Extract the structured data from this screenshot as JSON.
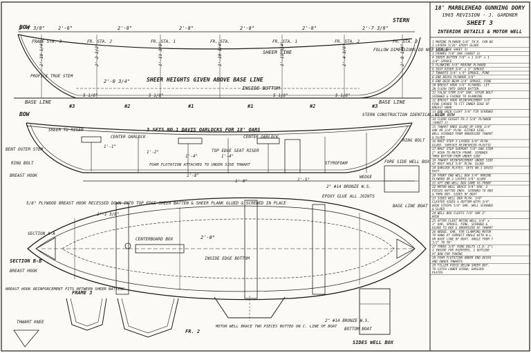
{
  "title_block": {
    "title": "18' MARBLEHEAD GUNNING DORY",
    "revision": "1965 REVISION - J. GARDNER",
    "sheet": "SHEET 3",
    "subtitle": "INTERIOR DETAILS & MOTOR WELL"
  },
  "notes": [
    "1 MARINE PLYWOOD 5/8\" TH'K. CAN BE 2 LAYERS 5/16\" EPOXY GLUED",
    "2 STEM (SEE SHEET 2)",
    "3 FRAMES 7/8\" OAK (SHEET 2)",
    "4 SHEER BATTEN 7/8\" x 1 3/8\" x 1 1/4\" SPRUCE",
    "5 PLANKING 5/8\" MARINE PLYWOOD",
    "6 SEAT RISER 3/4\" x 3\" SPRUCE",
    "7 THWARTS 3/4\" x 9\" SPRUCE, PINE",
    "8 END DECKS PLYWOOD 3/8\"",
    "9 END DECK BEAM 3/4\" SPRUCE, PINE",
    "10 BREAST HOOK 5/8\" PLYWOOD, LET IN FLUSH INTO SHEER BATTEN",
    "11 FALSE STEM 3/4\" OAK. STAIN BOLT SCREWED & FAIRED TO PLANKING",
    "12 BREAST HOOK REINFORCEMENT 5/8\" PINE CURVED TO FIT INNER EDGE OF BREAST HOOK",
    "13 END DECK CLEAT 3/4\" FIR SCREWED & GLUED",
    "14 FLOOR GUSSET FR.3 5/8\" PLYWOOD (SHEET 2)",
    "15 THWART KNEE GLUED UP CORE 3/4\" OAK OR 3/4\" PLYW. EITHER SIDE. WELL SCREWED FROM UNDERSIDE THWART & GLUED",
    "16 MAST STEP 3 LAYERS 3/4\" PLYW. GLUED. SURFACE REINFORCED PLASTIC",
    "17 MAST STEP SUPPORT 7/8\" OAK STEM 2\" HIGH TO MATCH FRAME. SCREWED THRU BOTTOM FROM UNDER SIDE",
    "18 THWART REINFORCEMENT UNDER SIDE AT MAST HOLE 5/8\" PLYW. GLUED",
    "19 OARLOCK PLATES. SETS NO.1 DAVIS PATT.",
    "20 FRONT END WELL BOX 3/4\" MARINE PLYWOOD OR 2 LAYERS 3/8\" GLUED",
    "21 AFT END WELL BOX SAME AS FRONT",
    "22 MOTOR WELL BRACE 3/4\" OAK. 2 PIECES BUTTED ENDS. SCREWED TO BOX & THRU BOT. SIDES OF BOAT",
    "23 SIDES WELL BOX PLYW. 3/8\" CLEATED SIDES & BOTTOM WITH 3/4\" WIDE STRIPS 5/8\" OAK. WELL SCREWED & GLUED",
    "24 WELL BOX CLEATS 7/8\" OAK 2\" WIDE",
    "25 AFTER CLEAT MOTOR WELL 3/4\" x 3\" OAK, SPRUCE, PINE. SCREWED & GLUED TO BOX & UNDERSIDE OF THWART",
    "26 WEDGE, OAK, FOR CLAMPING MOTOR TO HANG AT CORRECT ANGLE WITH W.L. OR BASE LINE OF BOAT. ANGLE FROM 7 1/2\" TO 78°",
    "27 THREE 3/8\" RING BOLTS (I.D. 2\") 2 INSIDE FOR PAINTERS, 1 OUTSIDE AT BOW FOR TOWING",
    "28 FOAM FLOTATION UNDER END DECKS AND UNDER THWARTS",
    "29 FILLER PIECE BELOW SHEER BOT. TO CATCH LOWER SCREW, OARLOCK PLATES"
  ],
  "sheer_profile": {
    "bow": "BOW",
    "stern": "STERN",
    "dims": [
      "2'-7 3/8\"",
      "2'-6\"",
      "2'-8\"",
      "2'-8\"",
      "2'-8\"",
      "2'-8\"",
      "2'-7 3/8\""
    ],
    "stations": [
      "FRAME STA. 3",
      "FR. STA. 2",
      "FR. STA. 1",
      "FR. STA.",
      "FR. STA. 1",
      "FR. STA. 2",
      "FR. STA. 3"
    ],
    "heights": [
      "2'-10 1/4\"",
      "2'-2 1/2\"",
      "1'-11 3/8\"",
      "1'-10 1/4\"",
      "1'-11 3/4\"",
      "2'-4 3/8\"",
      "2'-8 1/4\""
    ],
    "sheer_line": "SHEER LINE",
    "profile_true_stem": "PROFILE TRUE STEM",
    "inner_dim": "2'-0 3/4\"",
    "note": "FOLLOW DIMENSIONS DO NOT SCALE",
    "heights_given": "SHEER HEIGHTS GIVEN ABOVE BASE LINE",
    "inside_bottom": "INSIDE BOTTOM",
    "base_line_l": "BASE LINE",
    "base_line_r": "BASE LINE",
    "station_marks": [
      "5 1/8\"",
      "5 1/8\"",
      "5 1/8\"",
      "5 1/8\""
    ],
    "frame_numbers": [
      "#3",
      "#2",
      "#1",
      "#1",
      "#2",
      "#3"
    ]
  },
  "section_view": {
    "bow": "BOW",
    "sheer_to_riser": "SHEER TO RISER",
    "bent_outer_stem": "BENT OUTER STEM",
    "ring_bolt": "RING BOLT",
    "breast_hook": "BREAST HOOK",
    "oarlocks": "3 SETS NO.1 DAVIS OARLOCKS FOR 18' OARS",
    "center_oarlock": "CENTER OARLOCK",
    "top_edge_seat_riser": "TOP EDGE SEAT RISER",
    "foam_flotation": "FOAM FLOTATION ATTACHED TO UNDER SIDE THWART",
    "styrofoam": "STYROFOAM",
    "stern_construction": "STERN CONSTRUCTION IDENTICAL WITH BOW",
    "ring_bolt_r": "RING BOLT",
    "wedge": "WEDGE",
    "fore_side_well_box": "FORE SIDE WELL BOX",
    "bronze_ws": "2\" #14 BRONZE W.S.",
    "epoxy_glue": "EPOXY GLUE ALL JOINTS",
    "base_line_mark": "BASE LINE BOAT",
    "dims": [
      "1'-1\"",
      "1'-2\"",
      "1'-4\"",
      "1'-4\"",
      "1'-8\"",
      "1'-0\"",
      "2'-5\""
    ]
  },
  "plan_view": {
    "breast_hook_note": "5/8\" PLYWOOD BREAST HOOK RECESSED DOWN INTO TOP EDGE SHEER BATTEN & SHEER PLANK GLUED & SCREWED IN PLACE",
    "section_a": "SECTION A-A",
    "centerboard_box": "CENTERBOARD BOX",
    "width_dim": "2'-0\"",
    "inside_edge": "INSIDE EDGE BOTTOM",
    "sheer_to_riser_dim": "1'-1 3/8\""
  },
  "bottom_details": {
    "section_bb": "SECTION B-B",
    "breast_hook": "BREAST HOOK",
    "reinforcement": "BREAST HOOK REINFORCEMENT FITS BETWEEN SHEER BATTENS",
    "frame3": "FRAME 3",
    "thwart_knee": "THWART KNEE",
    "fr2": "FR. 2",
    "motor_well_brace": "MOTOR WELL BRACE TWO PIECES BUTTED ON C. LINE OF BOAT",
    "bronze_ws": "2\" #14 BRONZE W.S.",
    "bottom_boat": "BOTTOM BOAT",
    "sides_well_box": "SIDES WELL BOX"
  }
}
